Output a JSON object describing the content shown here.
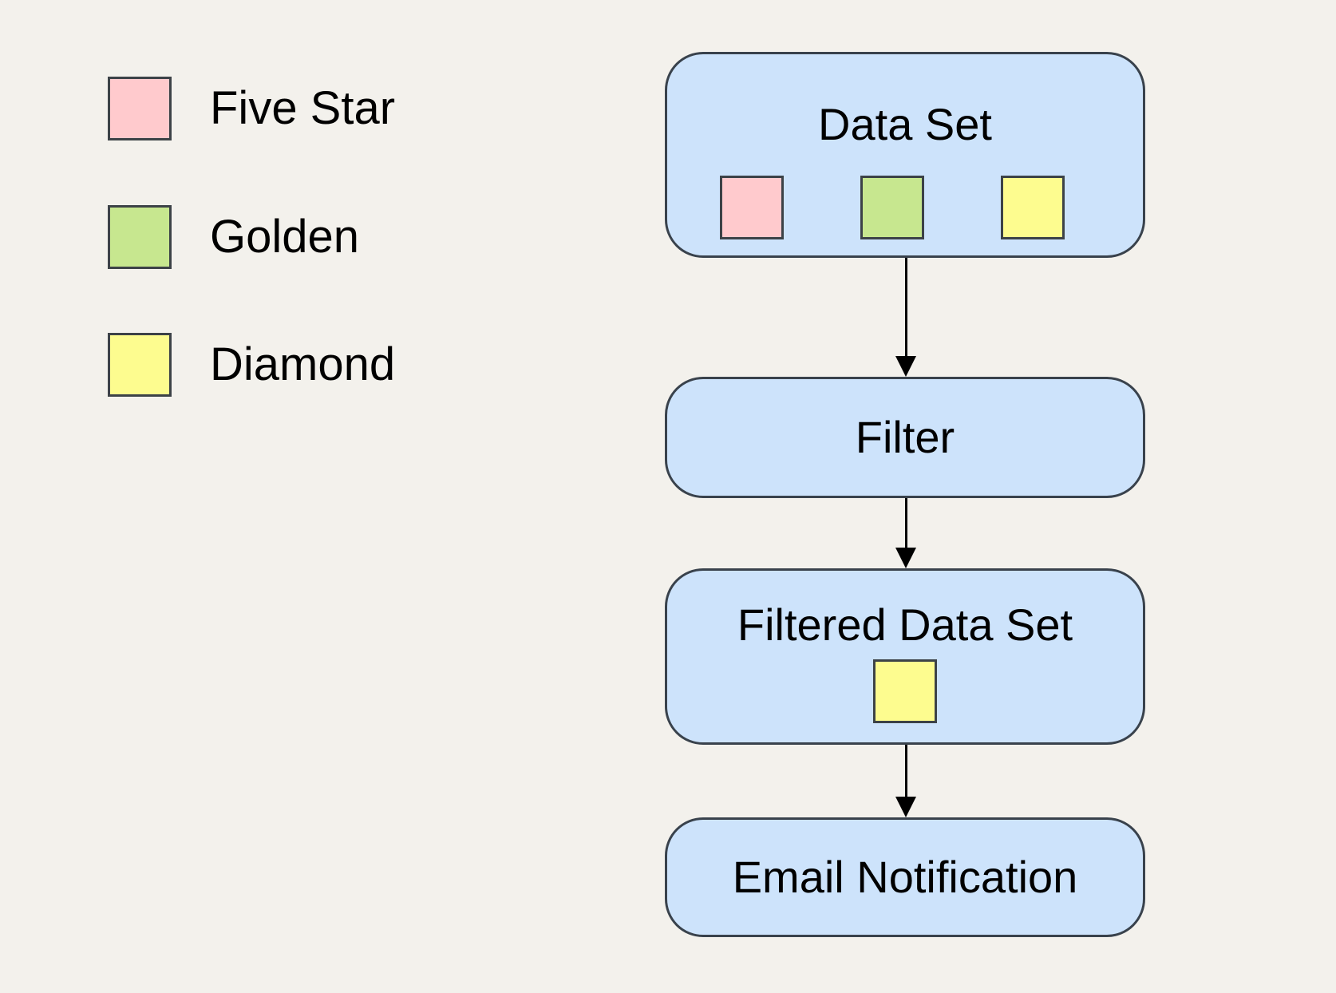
{
  "canvas": {
    "background": "#f3f1ec"
  },
  "colors": {
    "node_fill": "#cde3fb",
    "node_border": "#39424c",
    "five_star": "#ffcacd",
    "golden": "#c7e78f",
    "diamond": "#fdfc8f",
    "swatch_border": "#3c4247",
    "text": "#000000",
    "arrow": "#000000"
  },
  "legend": {
    "items": [
      {
        "label": "Five Star",
        "color": "#ffcacd"
      },
      {
        "label": "Golden",
        "color": "#c7e78f"
      },
      {
        "label": "Diamond",
        "color": "#fdfc8f"
      }
    ]
  },
  "flow": {
    "nodes": [
      {
        "id": "data-set",
        "label": "Data Set",
        "swatches": [
          "five_star",
          "golden",
          "diamond"
        ]
      },
      {
        "id": "filter",
        "label": "Filter",
        "swatches": []
      },
      {
        "id": "filtered-data-set",
        "label": "Filtered Data Set",
        "swatches": [
          "diamond"
        ]
      },
      {
        "id": "email-notification",
        "label": "Email Notification",
        "swatches": []
      }
    ],
    "edges": [
      {
        "from": "data-set",
        "to": "filter"
      },
      {
        "from": "filter",
        "to": "filtered-data-set"
      },
      {
        "from": "filtered-data-set",
        "to": "email-notification"
      }
    ]
  }
}
